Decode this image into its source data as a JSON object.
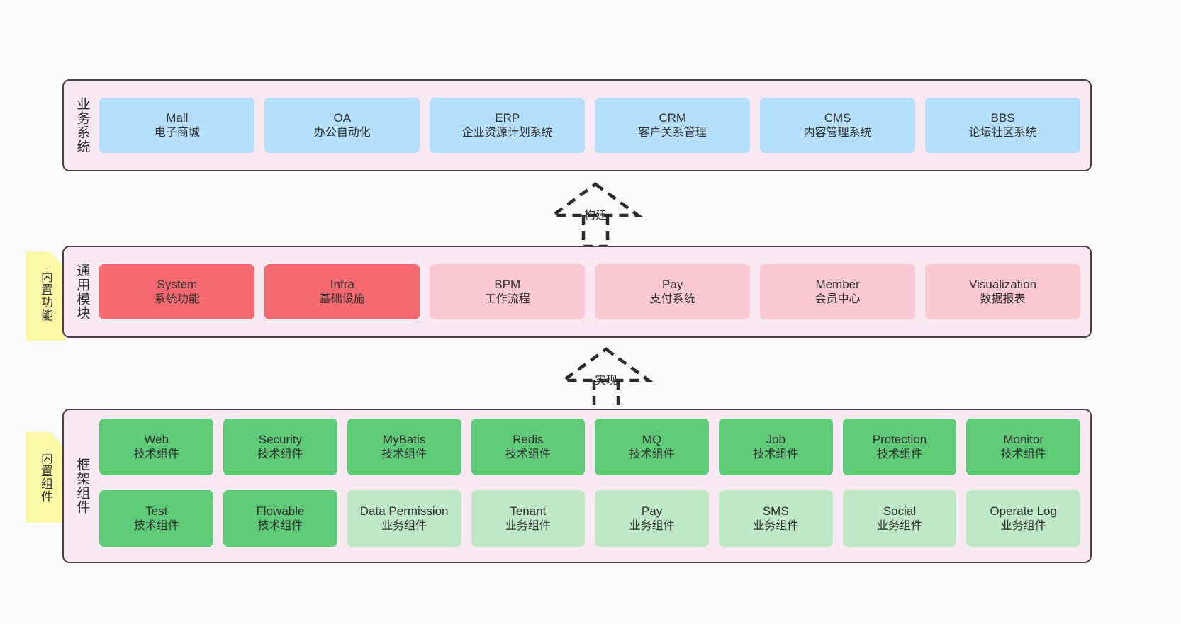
{
  "diagram": {
    "background": "#fafafa",
    "panel_fill": "#f8e9f3",
    "panel_stroke": "#4a4248",
    "sticky_fill": "#fbf8a8"
  },
  "layers": [
    {
      "id": "business",
      "title": "业务系统",
      "sticky": null,
      "color": "#b5dffb",
      "rows": [
        [
          {
            "name": "Mall",
            "sub": "电子商城",
            "style": "blue"
          },
          {
            "name": "OA",
            "sub": "办公自动化",
            "style": "blue"
          },
          {
            "name": "ERP",
            "sub": "企业资源计划系统",
            "style": "blue"
          },
          {
            "name": "CRM",
            "sub": "客户关系管理",
            "style": "blue"
          },
          {
            "name": "CMS",
            "sub": "内容管理系统",
            "style": "blue"
          },
          {
            "name": "BBS",
            "sub": "论坛社区系统",
            "style": "blue"
          }
        ]
      ]
    },
    {
      "id": "common",
      "title": "通用模块",
      "sticky": "内置功能",
      "rows": [
        [
          {
            "name": "System",
            "sub": "系统功能",
            "style": "red"
          },
          {
            "name": "Infra",
            "sub": "基础设施",
            "style": "red"
          },
          {
            "name": "BPM",
            "sub": "工作流程",
            "style": "pink"
          },
          {
            "name": "Pay",
            "sub": "支付系统",
            "style": "pink"
          },
          {
            "name": "Member",
            "sub": "会员中心",
            "style": "pink"
          },
          {
            "name": "Visualization",
            "sub": "数据报表",
            "style": "pink"
          }
        ]
      ]
    },
    {
      "id": "framework",
      "title": "框架组件",
      "sticky": "内置组件",
      "rows": [
        [
          {
            "name": "Web",
            "sub": "技术组件",
            "style": "green"
          },
          {
            "name": "Security",
            "sub": "技术组件",
            "style": "green"
          },
          {
            "name": "MyBatis",
            "sub": "技术组件",
            "style": "green"
          },
          {
            "name": "Redis",
            "sub": "技术组件",
            "style": "green"
          },
          {
            "name": "MQ",
            "sub": "技术组件",
            "style": "green"
          },
          {
            "name": "Job",
            "sub": "技术组件",
            "style": "green"
          },
          {
            "name": "Protection",
            "sub": "技术组件",
            "style": "green"
          },
          {
            "name": "Monitor",
            "sub": "技术组件",
            "style": "green"
          }
        ],
        [
          {
            "name": "Test",
            "sub": "技术组件",
            "style": "green"
          },
          {
            "name": "Flowable",
            "sub": "技术组件",
            "style": "green"
          },
          {
            "name": "Data Permission",
            "sub": "业务组件",
            "style": "lightgreen"
          },
          {
            "name": "Tenant",
            "sub": "业务组件",
            "style": "lightgreen"
          },
          {
            "name": "Pay",
            "sub": "业务组件",
            "style": "lightgreen"
          },
          {
            "name": "SMS",
            "sub": "业务组件",
            "style": "lightgreen"
          },
          {
            "name": "Social",
            "sub": "业务组件",
            "style": "lightgreen"
          },
          {
            "name": "Operate Log",
            "sub": "业务组件",
            "style": "lightgreen"
          }
        ]
      ]
    }
  ],
  "connectors": [
    {
      "id": "build",
      "label": "构建",
      "from": "common",
      "to": "business"
    },
    {
      "id": "implement",
      "label": "实现",
      "from": "framework",
      "to": "common"
    }
  ]
}
